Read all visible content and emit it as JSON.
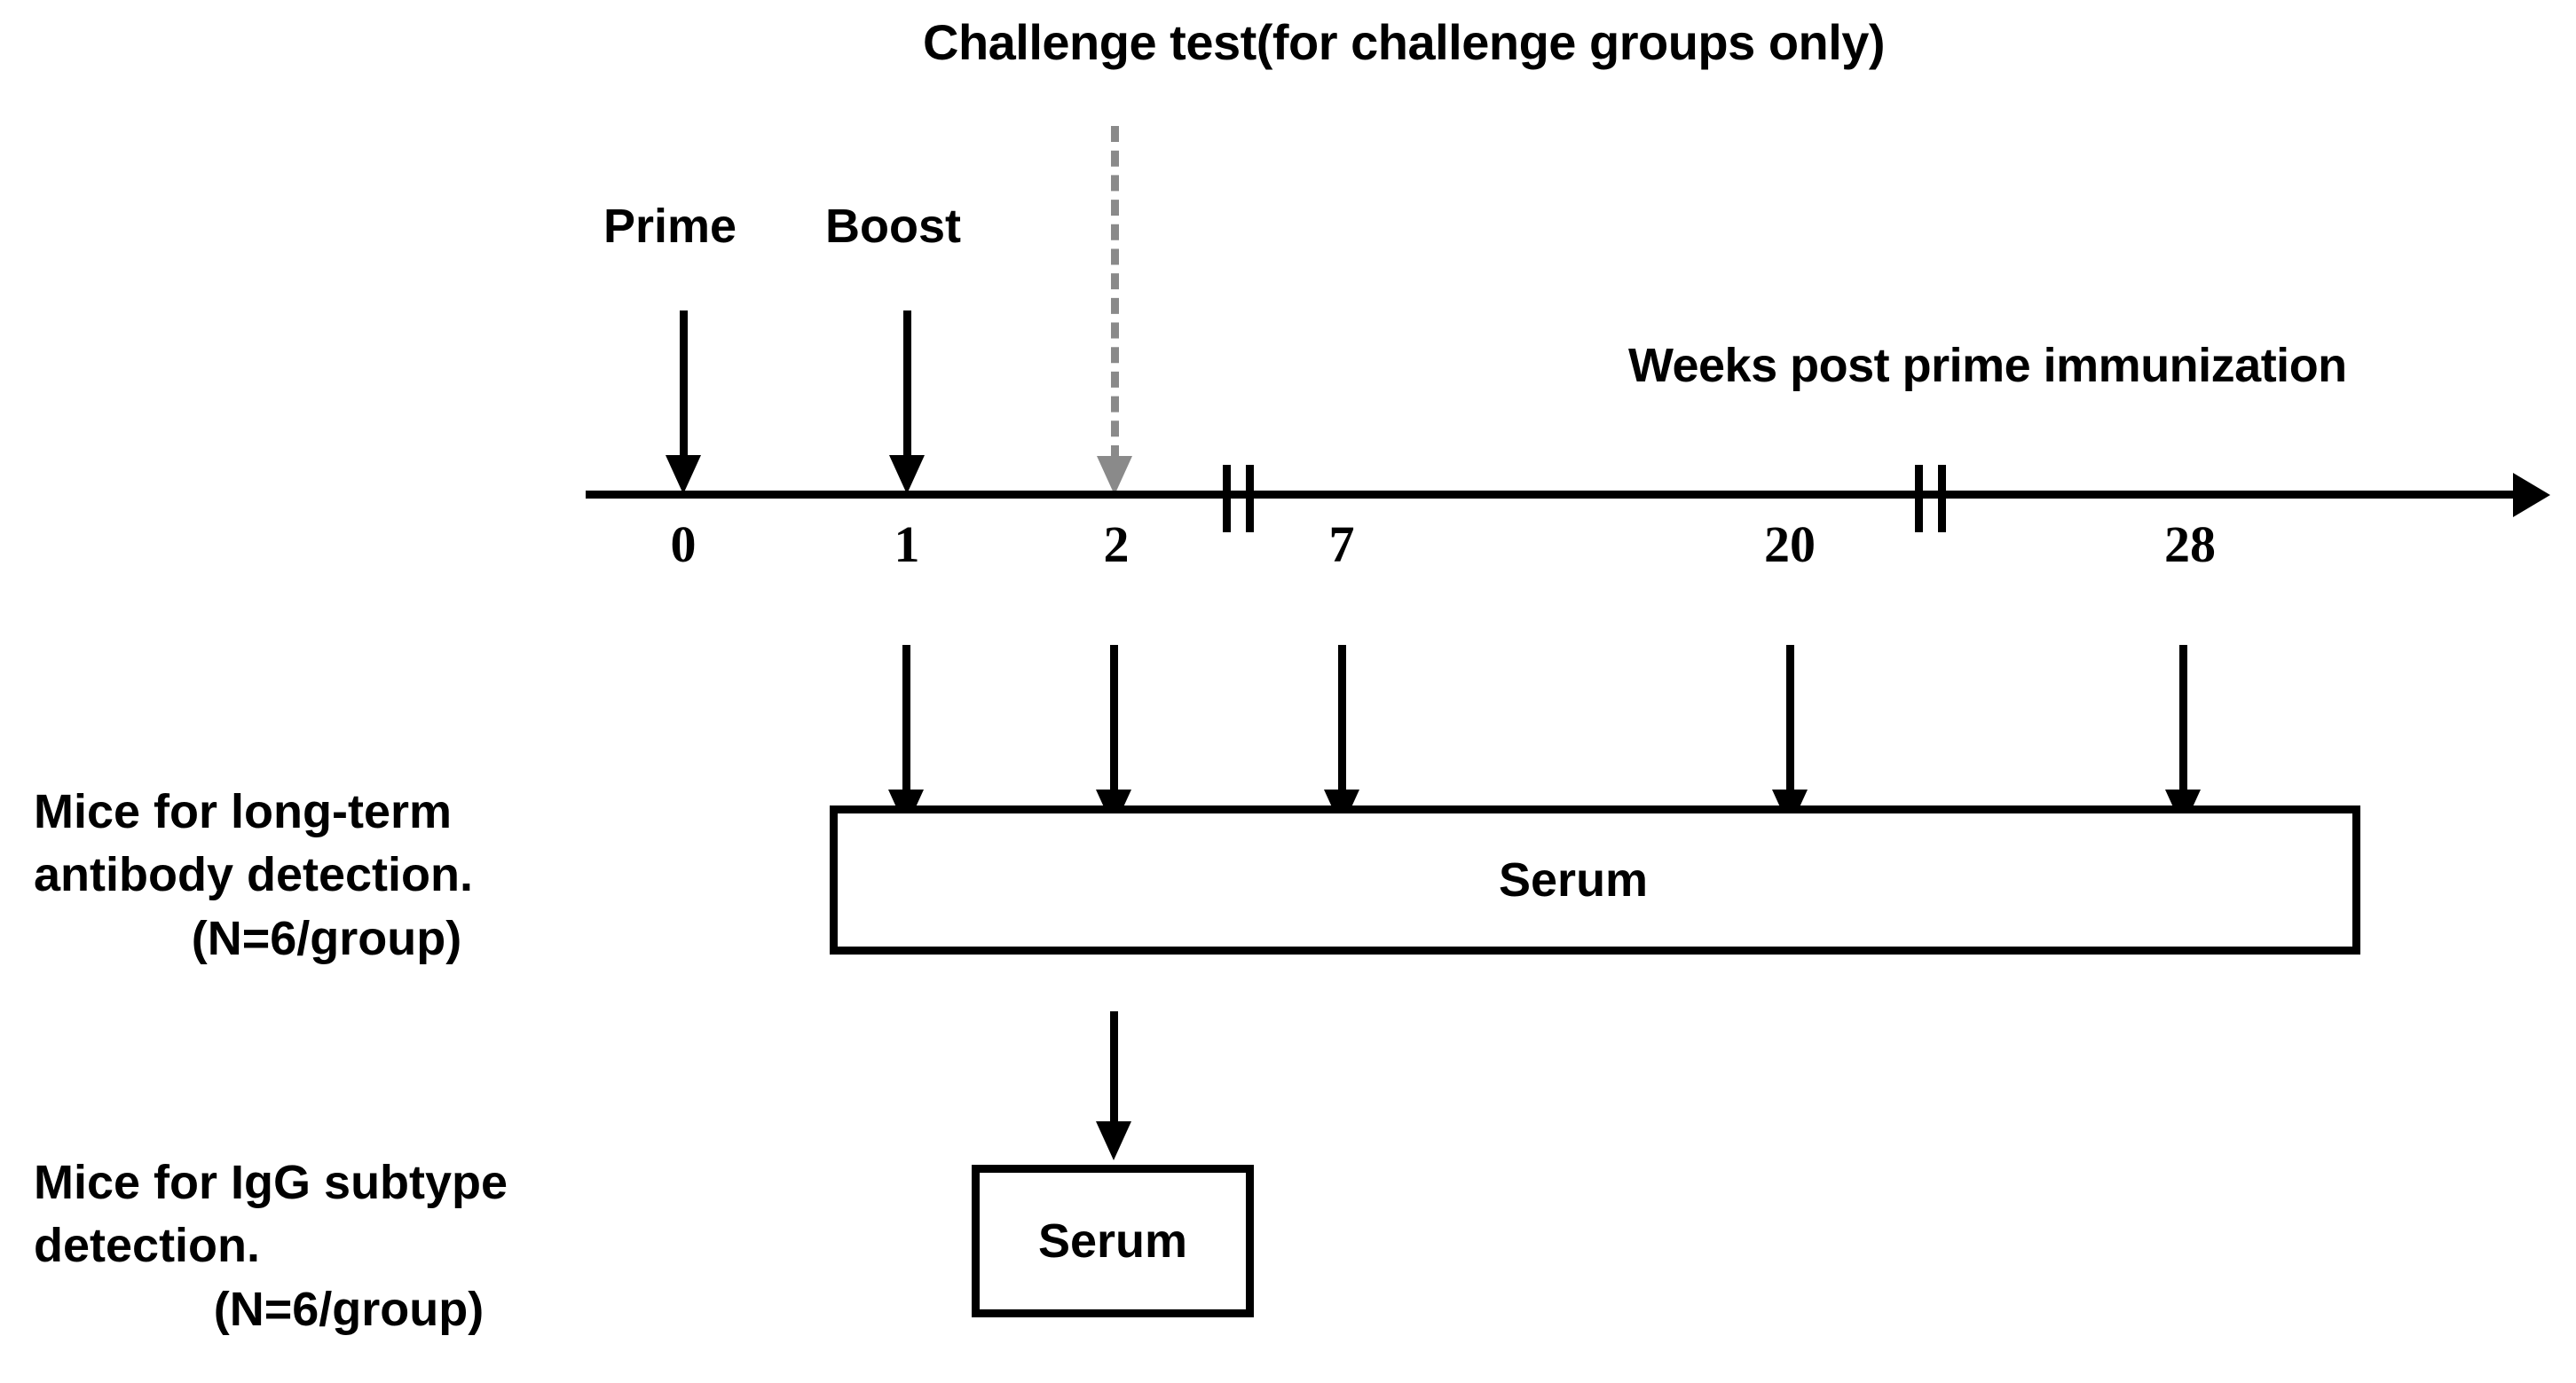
{
  "diagram": {
    "title": "Challenge test(for challenge groups only)",
    "axis_label": "Weeks post prime immunization",
    "immunization_events": [
      {
        "label": "Prime",
        "week": 0
      },
      {
        "label": "Boost",
        "week": 1
      }
    ],
    "challenge_event": {
      "label": "Challenge test(for challenge groups only)",
      "week": 2,
      "color": "#8a8a8a",
      "style": "dashed"
    },
    "timeline": {
      "ticks": [
        "0",
        "1",
        "2",
        "7",
        "20",
        "28"
      ],
      "break_marks": 2,
      "arrow_direction": "right"
    },
    "sampling_weeks": [
      "1",
      "2",
      "7",
      "20",
      "28"
    ],
    "groups": [
      {
        "name": "long-term-antibody",
        "line1": "Mice for long-term",
        "line2": "antibody detection.",
        "line3": "(N=6/group)",
        "box_label": "Serum"
      },
      {
        "name": "igg-subtype",
        "line1": "Mice for IgG subtype",
        "line2": "detection.",
        "line3": "(N=6/group)",
        "box_label": "Serum"
      }
    ],
    "colors": {
      "ink": "#000000",
      "challenge": "#8a8a8a",
      "background": "#ffffff"
    }
  }
}
